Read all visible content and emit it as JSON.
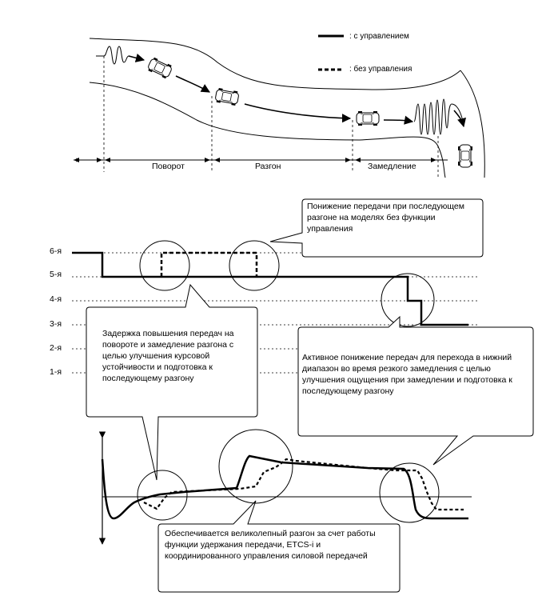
{
  "legend": {
    "with_control": ": с управлением",
    "without_control": ": без управления"
  },
  "phases": [
    "Поворот",
    "Разгон",
    "Замедление"
  ],
  "gears": [
    "6-я",
    "5-я",
    "4-я",
    "3-я",
    "2-я",
    "1-я"
  ],
  "callouts": {
    "top_right": "Понижение передачи при последующем разгоне на моделях без функции управления",
    "left": "Задержка повышения передач на повороте и замедление разгона с целью улучшения курсовой устойчивости и подготовка к последующему разгону",
    "right": "Активное понижение передач для перехода в нижний диапазон во время резкого замедления с целью улучшения ощущения при замедлении и подготовка к последующему разгону",
    "bottom": "Обеспечивается великолепный разгон за счет работы функции удержания передачи, ETCS-i и координированного управления силовой передачей"
  }
}
